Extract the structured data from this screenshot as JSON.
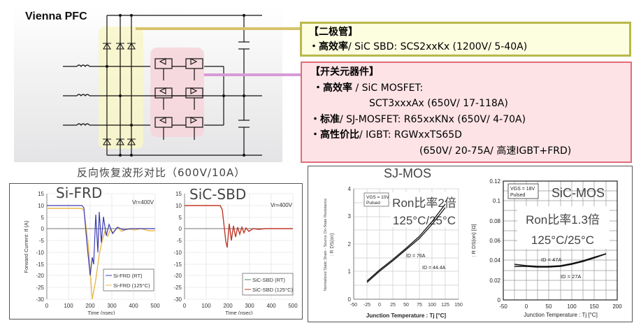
{
  "schematic": {
    "title": "Vienna PFC",
    "caption": "反向恢复波形对比（600V/10A）"
  },
  "diode_box": {
    "heading": "【二极管】",
    "line1_bold": "・高效率",
    "line1_rest": "/ SiC SBD: SCS2xxKx (1200V/ 5-40A)",
    "border_color": "#b9b84a",
    "bg_color": "#fdfde0"
  },
  "switch_box": {
    "heading": "【开关元器件】",
    "line1_bold": "・高效率",
    "line1_rest": " / SiC MOSFET:",
    "line2": "SCT3xxxAx (650V/ 17-118A)",
    "line3_bold": "・标准",
    "line3_rest": "/ SJ-MOSFET: R65xxKNx (650V/ 4-70A)",
    "line4_bold": "・高性价比",
    "line4_rest": "/ IGBT: RGWxxTS65D",
    "line5": "(650V/ 20-75A/ 高速IGBT+FRD)",
    "border_color": "#e06d79",
    "bg_color": "#fde3e6"
  },
  "chart_data": [
    {
      "type": "line",
      "title": "Si-FRD",
      "annotation": "Vr=400V",
      "xlabel": "Time (nsec)",
      "ylabel": "Forward Current: If (A)",
      "xlim": [
        0,
        500
      ],
      "ylim": [
        -30,
        15
      ],
      "xticks": [
        0,
        100,
        200,
        300,
        400,
        500
      ],
      "yticks": [
        15,
        10,
        5,
        0,
        -5,
        -10,
        -15,
        -20,
        -25,
        -30
      ],
      "legend": [
        "Si-FRD (RT)",
        "Si-FRD (125°C)"
      ],
      "series": [
        {
          "name": "Si-FRD (RT)",
          "color": "#3b3bb0",
          "x": [
            0,
            160,
            170,
            185,
            200,
            210,
            218,
            225,
            232,
            240,
            248,
            260,
            280,
            300,
            330,
            360,
            400,
            450,
            500
          ],
          "y": [
            10,
            10,
            9,
            -5,
            -20,
            -12,
            -15,
            6,
            -10,
            7,
            -6,
            5,
            -3,
            2,
            -1,
            0.5,
            0,
            0,
            0
          ]
        },
        {
          "name": "Si-FRD (125°C)",
          "color": "#e8b84a",
          "x": [
            0,
            160,
            170,
            190,
            210,
            225,
            240,
            255,
            270,
            290,
            310,
            340,
            380,
            420,
            460,
            500
          ],
          "y": [
            9,
            9,
            8,
            -15,
            -29,
            -20,
            -5,
            4,
            -4,
            3,
            -2,
            1.5,
            -1,
            0,
            -1,
            -1
          ]
        }
      ]
    },
    {
      "type": "line",
      "title": "SiC-SBD",
      "annotation": "Vr=400V",
      "xlabel": "Time (nsec)",
      "ylabel": "",
      "xlim": [
        0,
        500
      ],
      "ylim": [
        -30,
        15
      ],
      "xticks": [
        0,
        100,
        200,
        300,
        400,
        500
      ],
      "yticks": [
        15,
        10,
        5,
        0,
        -5,
        -10,
        -15,
        -20,
        -25,
        -30
      ],
      "legend": [
        "SiC-SBD (RT)",
        "SiC-SBD (125°C)"
      ],
      "series": [
        {
          "name": "SiC-SBD (RT)",
          "color": "#4a8a5a",
          "x": [
            0,
            165,
            180,
            190,
            200,
            210,
            220,
            230,
            240,
            250,
            260,
            270,
            280,
            300,
            330,
            500
          ],
          "y": [
            10,
            10,
            2,
            -8,
            3,
            -5,
            4,
            -3,
            3,
            -2,
            2,
            -1,
            1,
            0.5,
            0,
            0
          ]
        },
        {
          "name": "SiC-SBD (125°C)",
          "color": "#c0392b",
          "x": [
            0,
            165,
            180,
            190,
            200,
            210,
            220,
            230,
            240,
            250,
            260,
            270,
            280,
            300,
            330,
            500
          ],
          "y": [
            10,
            10,
            2,
            -8,
            3,
            -5,
            4,
            -3,
            3,
            -2,
            2,
            -1,
            1,
            0.5,
            0,
            0
          ]
        }
      ]
    },
    {
      "type": "line",
      "title": "SJ-MOS",
      "annotation": [
        "VGS = 10V",
        "Pulsed"
      ],
      "overlay_text": [
        "Ron比率2倍",
        "125°C/25°C"
      ],
      "xlabel": "Junction Temperature : Tj [°C]",
      "ylabel": "Normalized Static Drain - Source On-State Resistance : RDS(on)",
      "xlim": [
        -50,
        150
      ],
      "ylim": [
        0,
        4
      ],
      "xticks": [
        -50,
        -25,
        0,
        25,
        50,
        75,
        100,
        125,
        150
      ],
      "yticks": [
        0,
        1,
        2,
        3,
        4
      ],
      "series": [
        {
          "name": "ID = 76A",
          "color": "#111111",
          "x": [
            -25,
            0,
            25,
            50,
            75,
            100,
            125
          ],
          "y": [
            0.68,
            0.88,
            1.08,
            1.28,
            1.5,
            1.8,
            2.1
          ]
        },
        {
          "name": "ID = 44.4A",
          "color": "#111111",
          "x": [
            -25,
            0,
            25,
            50,
            75,
            100,
            125
          ],
          "y": [
            0.62,
            0.82,
            1.02,
            1.22,
            1.42,
            1.68,
            1.96
          ]
        }
      ]
    },
    {
      "type": "line",
      "title": "SiC-MOS",
      "annotation": [
        "VGS = 18V",
        "Pulsed"
      ],
      "overlay_text": [
        "Ron比率1.3倍",
        "125°C/25°C"
      ],
      "xlabel": "Junction Temperature : Tj [°C]",
      "ylabel": ": RDS(on) [Ω]",
      "xlim": [
        -50,
        200
      ],
      "ylim": [
        0,
        0.12
      ],
      "xticks": [
        -50,
        0,
        50,
        100,
        150,
        200
      ],
      "yticks": [
        0,
        0.02,
        0.04,
        0.06,
        0.08,
        0.1,
        0.12
      ],
      "series": [
        {
          "name": "ID = 47A",
          "color": "#111111",
          "x": [
            -25,
            0,
            25,
            50,
            75,
            100,
            125,
            150,
            175
          ],
          "y": [
            0.036,
            0.0345,
            0.034,
            0.034,
            0.0348,
            0.0365,
            0.039,
            0.042,
            0.046
          ]
        },
        {
          "name": "ID = 27A",
          "color": "#111111",
          "x": [
            -25,
            0,
            25,
            50,
            75,
            100,
            125,
            150,
            175
          ],
          "y": [
            0.034,
            0.0335,
            0.033,
            0.033,
            0.034,
            0.0358,
            0.0385,
            0.0418,
            0.046
          ]
        }
      ]
    }
  ]
}
